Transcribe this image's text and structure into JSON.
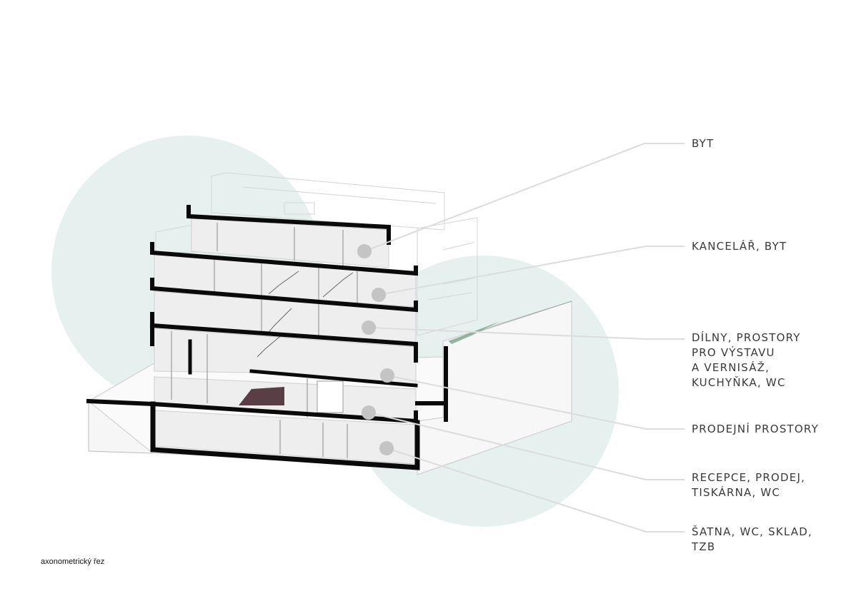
{
  "diagram": {
    "labels": [
      {
        "id": "byt",
        "lines": [
          "BYT"
        ]
      },
      {
        "id": "kancelar",
        "lines": [
          "KANCELÁŘ, BYT"
        ]
      },
      {
        "id": "dilny",
        "lines": [
          "DÍLNY, PROSTORY",
          "PRO VÝSTAVU",
          "A VERNISÁŽ,",
          "KUCHYŇKA, WC"
        ]
      },
      {
        "id": "prodejni",
        "lines": [
          "PRODEJNÍ PROSTORY"
        ]
      },
      {
        "id": "recepce",
        "lines": [
          "RECEPCE, PRODEJ,",
          "TISKÁRNA, WC"
        ]
      },
      {
        "id": "satna",
        "lines": [
          "ŠATNA, WC, SKLAD,",
          "TZB"
        ]
      }
    ],
    "caption": "axonometrický řez"
  },
  "colors": {
    "circle": "#e6f1ef",
    "wall": "#0a0a0a",
    "marker": "#c4c4c4",
    "leader": "#dddddd",
    "stair": "#5a3e45",
    "green": "#8fb79f"
  }
}
